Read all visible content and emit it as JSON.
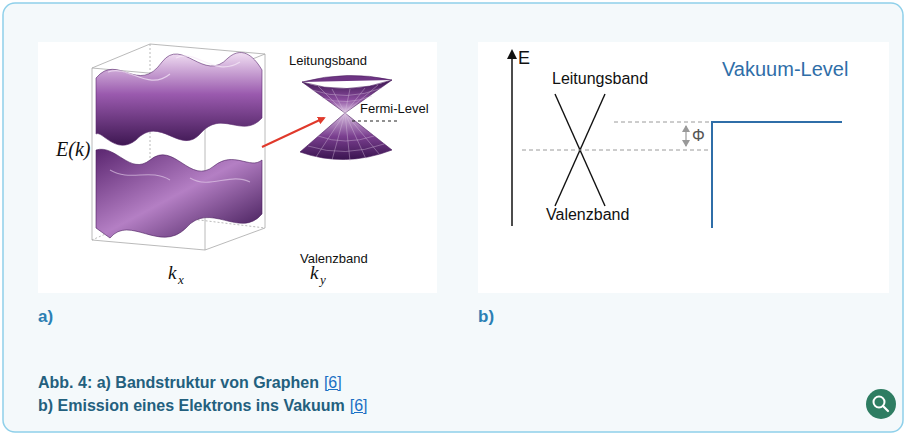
{
  "diagram": {
    "caption": "Abb. 4: a) Bandstruktur von Graphen",
    "labels": [
      "E(k)",
      "k",
      "x",
      "k",
      "y",
      "Leitungsband",
      "Fermi-Level",
      "Valenzband",
      "E",
      "Leitungsband",
      "Vakuum-Level",
      "Φ",
      "Valenzband",
      "a)",
      "b)",
      "[6]",
      "b) Emission eines Elektrons ins Vakuum",
      "[6]"
    ]
  }
}
